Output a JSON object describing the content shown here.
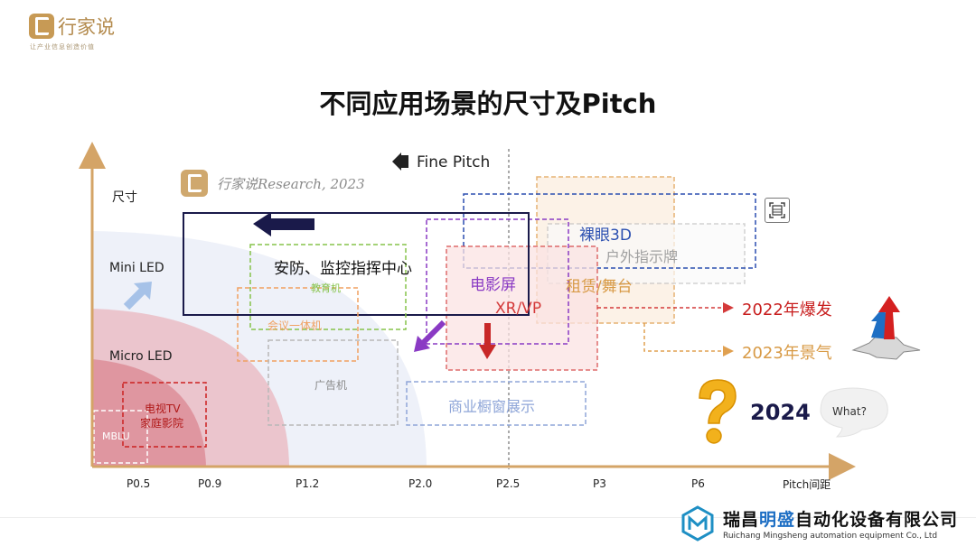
{
  "brand": {
    "name": "行家说",
    "tagline": "让产业信息创造价值"
  },
  "title": "不同应用场景的尺寸及Pitch",
  "watermark": "行家说Research, 2023",
  "axes": {
    "y_label": "尺寸",
    "x_label": "Pitch间距",
    "x_ticks": [
      "P0.5",
      "P0.9",
      "P1.2",
      "P2.0",
      "P2.5",
      "P3",
      "P6"
    ],
    "y_bands": [
      "Mini LED",
      "Micro LED"
    ]
  },
  "fine_pitch": "Fine Pitch",
  "applications": {
    "mblu": "MBLU",
    "tv_line1": "电视TV",
    "tv_line2": "家庭影院",
    "security": "安防、监控指挥中心",
    "education": "教育机",
    "conference": "会议一体机",
    "advertising": "广告机",
    "cinema": "电影屏",
    "xr_vp": "XR/VP",
    "naked_3d": "裸眼3D",
    "outdoor_sign": "户外指示牌",
    "rental_stage": "租赁/舞台",
    "shop_window": "商业橱窗展示"
  },
  "callouts": {
    "boom_2022": "2022年爆发",
    "prosperity_2023": "2023年景气",
    "year_2024": "2024",
    "what": "What?"
  },
  "company": {
    "name_prefix": "瑞昌",
    "name_highlight": "明盛",
    "name_suffix": "自动化设备有限公司",
    "name_en": "Ruichang Mingsheng automation equipment Co., Ltd"
  },
  "colors": {
    "axis": "#d4a467",
    "security": "#1a1a4a",
    "education": "#86c34a",
    "conference": "#f0a060",
    "advertising": "#b8b8b8",
    "cinema": "#8a3ac4",
    "xr": "#d43a3a",
    "naked_3d": "#2b4fb0",
    "rental": "#e0a050",
    "shop_window": "#8fa6d8",
    "tv": "#cc2020"
  },
  "icons": [
    "screenshot-icon",
    "question-mark-icon",
    "speech-bubble-icon",
    "rising-arrow-icon",
    "company-hex-logo-icon"
  ]
}
